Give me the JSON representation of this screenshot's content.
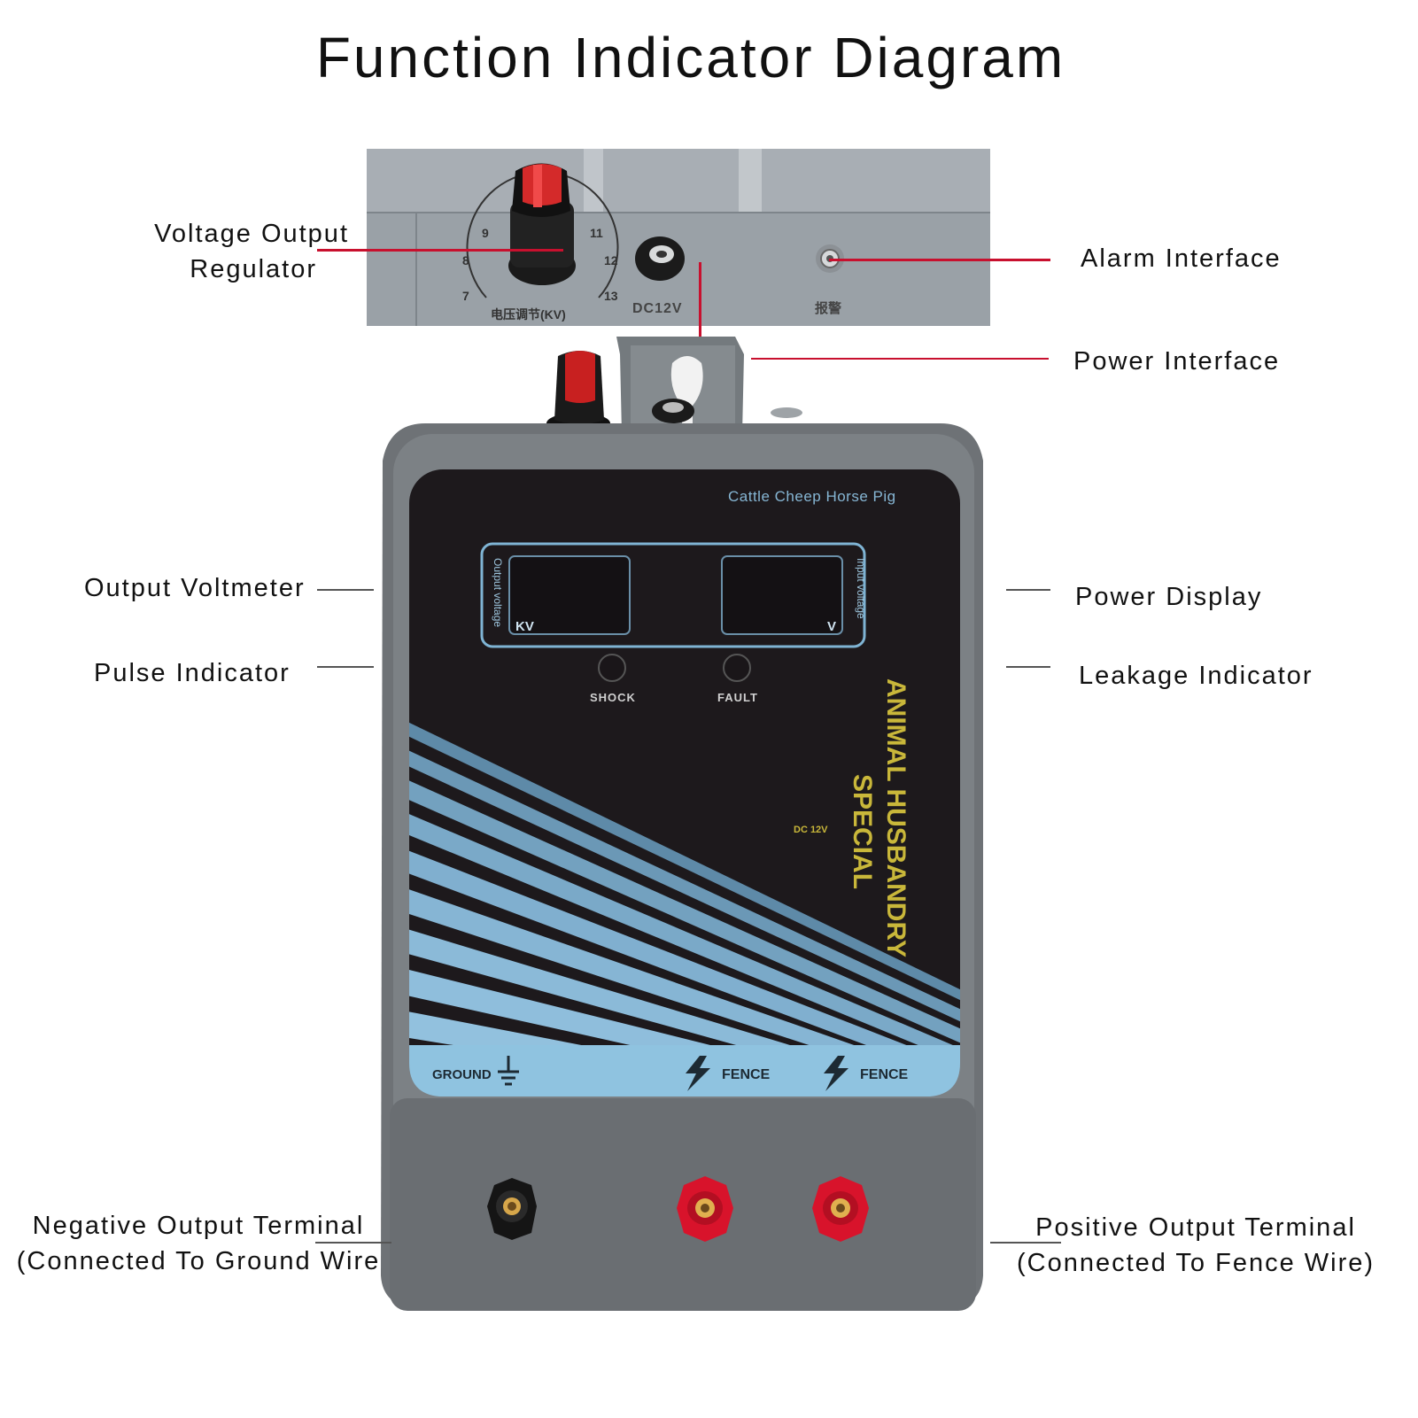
{
  "title": "Function Indicator Diagram",
  "callouts": {
    "voltage_output_regulator": [
      "Voltage Output",
      "Regulator"
    ],
    "alarm_interface": "Alarm Interface",
    "power_interface": "Power Interface",
    "output_voltmeter": "Output Voltmeter",
    "pulse_indicator": "Pulse Indicator",
    "power_display": "Power Display",
    "leakage_indicator": "Leakage Indicator",
    "negative_output_terminal": [
      "Negative Output Terminal",
      "(Connected To Ground Wire"
    ],
    "positive_output_terminal": [
      "Positive Output Terminal",
      "(Connected To Fence Wire)"
    ]
  },
  "closeup_panel": {
    "dial_marks": [
      "9",
      "11",
      "8",
      "12",
      "7",
      "13"
    ],
    "dial_label": "电压调节(KV)",
    "power_jack_label": "DC12V",
    "alarm_label": "报警"
  },
  "device": {
    "animals": "Cattle Cheep Horse Pig",
    "left_display_caption": "Output voltage",
    "left_display_unit": "KV",
    "right_display_caption": "Input voltage",
    "right_display_unit": "V",
    "shock_label": "SHOCK",
    "fault_label": "FAULT",
    "brand_line_1": "ANIMAL HUSBANDRY",
    "brand_line_2": "SPECIAL",
    "input_spec": "DC 12V",
    "ground_label": "GROUND",
    "fence_label_1": "FENCE",
    "fence_label_2": "FENCE"
  },
  "colors": {
    "leader_red": "#c8102e",
    "housing_gray": "#6f7377",
    "panel_black": "#1d191c",
    "accent_blue": "#8fc3e0",
    "brand_yellow": "#c9b73a",
    "terminal_red": "#d8132b"
  },
  "icons": [
    "ground-icon",
    "lightning-bolt-icon",
    "knob-icon",
    "binding-post-icon"
  ]
}
